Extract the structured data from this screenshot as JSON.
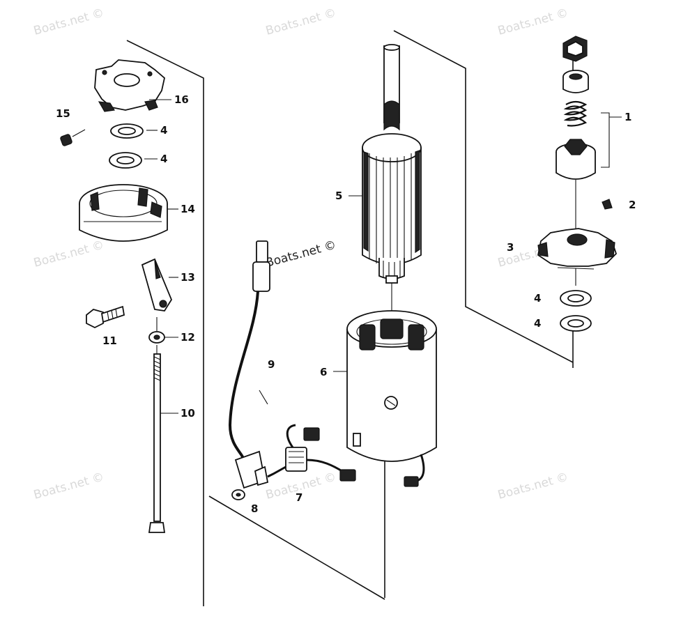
{
  "watermark": {
    "text": "Boats.net ©"
  },
  "callouts": [
    {
      "id": "1",
      "label": "1"
    },
    {
      "id": "2",
      "label": "2"
    },
    {
      "id": "3",
      "label": "3"
    },
    {
      "id": "4a",
      "label": "4"
    },
    {
      "id": "4b",
      "label": "4"
    },
    {
      "id": "4c",
      "label": "4"
    },
    {
      "id": "4d",
      "label": "4"
    },
    {
      "id": "5",
      "label": "5"
    },
    {
      "id": "6",
      "label": "6"
    },
    {
      "id": "7",
      "label": "7"
    },
    {
      "id": "8",
      "label": "8"
    },
    {
      "id": "9",
      "label": "9"
    },
    {
      "id": "10",
      "label": "10"
    },
    {
      "id": "11",
      "label": "11"
    },
    {
      "id": "12",
      "label": "12"
    },
    {
      "id": "13",
      "label": "13"
    },
    {
      "id": "14",
      "label": "14"
    },
    {
      "id": "15",
      "label": "15"
    },
    {
      "id": "16",
      "label": "16"
    }
  ]
}
